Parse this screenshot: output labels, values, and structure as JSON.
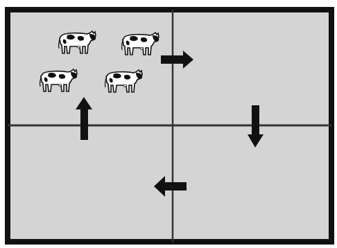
{
  "diagram": {
    "background": "#d4d4d4",
    "border_color": "#111111",
    "line_color": "#333333",
    "arrow_color": "#111111",
    "quadrants": [
      {
        "id": "top-left",
        "contents": "cow-icon",
        "count": 4
      },
      {
        "id": "top-right",
        "contents": "empty",
        "count": 0
      },
      {
        "id": "bottom-right",
        "contents": "empty",
        "count": 0
      },
      {
        "id": "bottom-left",
        "contents": "empty",
        "count": 0
      }
    ],
    "arrows": [
      {
        "name": "arrow-right-icon",
        "direction": "right",
        "from": "top-left",
        "to": "top-right"
      },
      {
        "name": "arrow-down-icon",
        "direction": "down",
        "from": "top-right",
        "to": "bottom-right"
      },
      {
        "name": "arrow-left-icon",
        "direction": "left",
        "from": "bottom-right",
        "to": "bottom-left"
      },
      {
        "name": "arrow-up-icon",
        "direction": "up",
        "from": "bottom-left",
        "to": "top-left"
      }
    ]
  }
}
